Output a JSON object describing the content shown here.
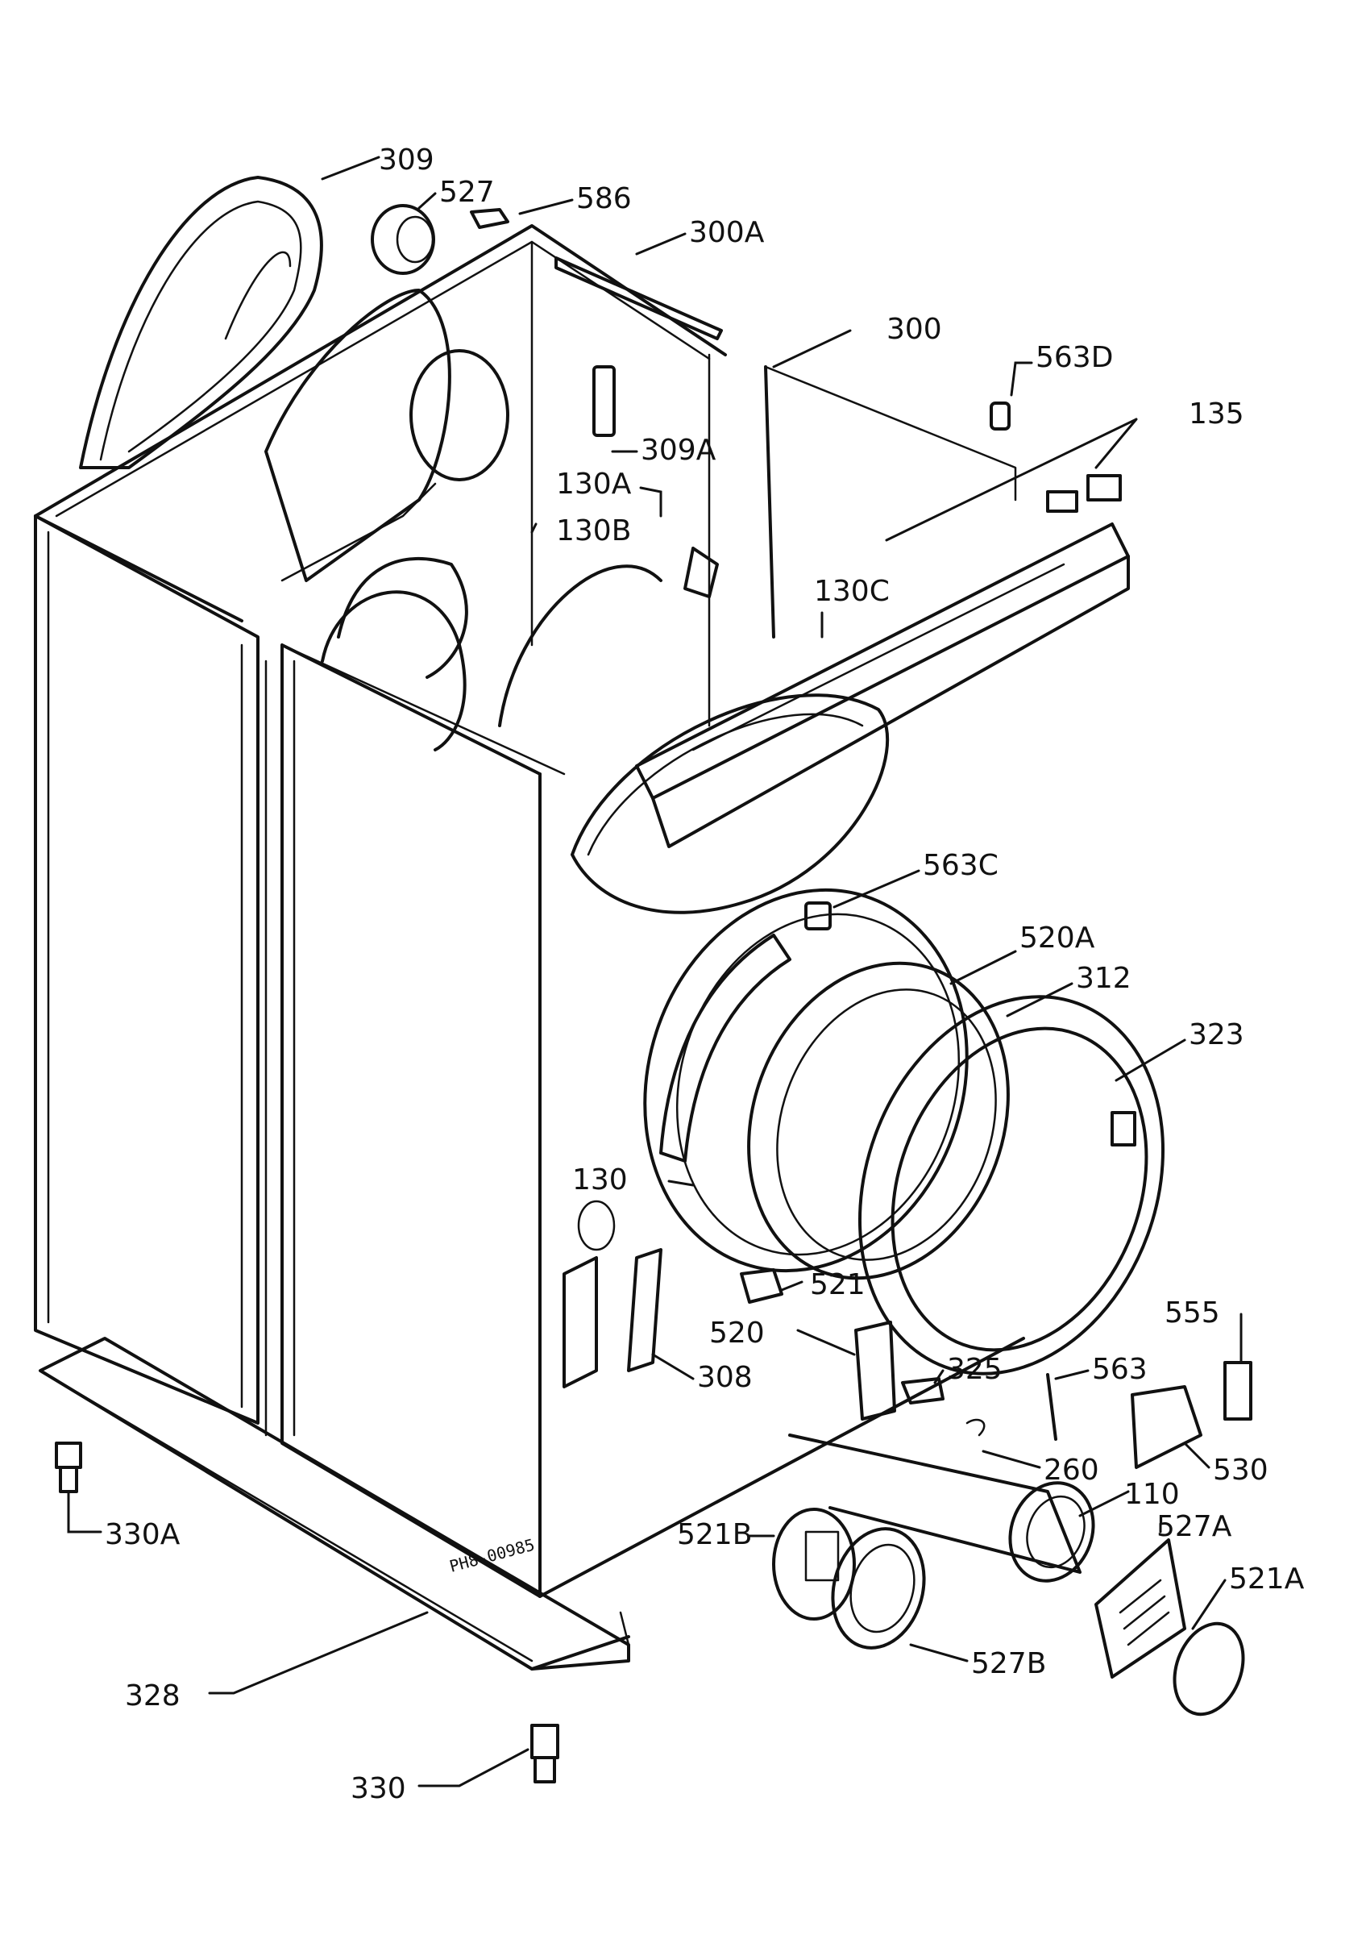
{
  "diagram_code": "PH8-00985",
  "labels": {
    "l309": "309",
    "l527": "527",
    "l586": "586",
    "l300A": "300A",
    "l300": "300",
    "l563D": "563D",
    "l135": "135",
    "l309A": "309A",
    "l130A": "130A",
    "l130B": "130B",
    "l130C": "130C",
    "l563C": "563C",
    "l520A": "520A",
    "l312": "312",
    "l323": "323",
    "l130": "130",
    "l521": "521",
    "l520": "520",
    "l308": "308",
    "l325": "325",
    "l563": "563",
    "l555": "555",
    "l260": "260",
    "l530": "530",
    "l110": "110",
    "l527A": "527A",
    "l521B": "521B",
    "l521A": "521A",
    "l527B": "527B",
    "l330A": "330A",
    "l328": "328",
    "l330": "330"
  }
}
